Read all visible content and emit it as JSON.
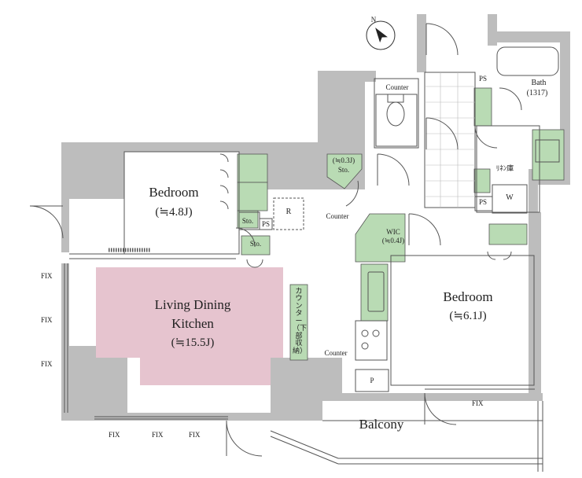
{
  "rooms": {
    "ldk": {
      "name_line1": "Living Dining",
      "name_line2": "Kitchen",
      "size": "(≒15.5J)"
    },
    "bedroom1": {
      "name": "Bedroom",
      "size": "(≒4.8J)"
    },
    "bedroom2": {
      "name": "Bedroom",
      "size": "(≒6.1J)"
    },
    "balcony": {
      "name": "Balcony"
    },
    "bath": {
      "name": "Bath",
      "size": "(1317)"
    },
    "wic": {
      "name": "WIC",
      "size": "(≒0.4J)"
    },
    "sto_small": {
      "size": "(≒0.3J)",
      "name": "Sto."
    }
  },
  "labels": {
    "counter_toilet": "Counter",
    "counter_entry": "Counter",
    "counter_kitchen": "Counter",
    "kitchen_counter_jp": "カウンター（下部収納）",
    "sto1": "Sto.",
    "sto2": "Sto.",
    "ps1": "PS",
    "ps2": "PS",
    "ps3": "PS",
    "r": "R",
    "w": "W",
    "p": "P",
    "linen": "ﾘﾈﾝ庫",
    "north": "N"
  },
  "fix_labels": [
    "FIX",
    "FIX",
    "FIX",
    "FIX",
    "FIX",
    "FIX",
    "FIX"
  ],
  "colors": {
    "wall": "#bdbdbd",
    "ldk_fill": "#e6c4cf",
    "storage_fill": "#b9dbb4",
    "line": "#444444"
  }
}
